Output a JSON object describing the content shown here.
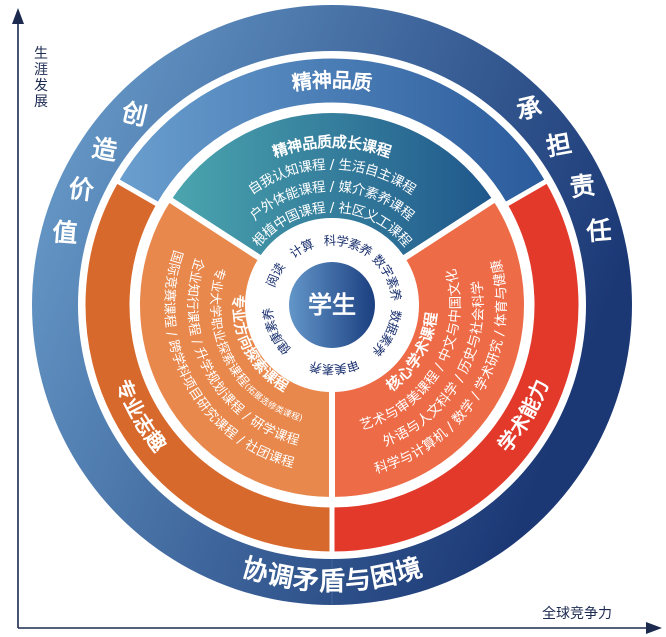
{
  "axes": {
    "y_label": "生涯发展",
    "x_label": "全球竞争力"
  },
  "center": {
    "label": "学生"
  },
  "literacies": [
    "阅读",
    "计算",
    "科学素养",
    "数字素养",
    "数据素养",
    "审美素养",
    "健康素养"
  ],
  "outer_ring": {
    "left": "创造价值",
    "right": "承担责任",
    "bottom": "协调矛盾与困境"
  },
  "middle_ring": {
    "top": "精神品质",
    "left": "专业志趣",
    "right": "学术能力"
  },
  "sectors": {
    "top": {
      "title": "精神品质成长课程",
      "lines": [
        "自我认知课程 / 生活自主课程",
        "户外体能课程 / 媒介素养课程",
        "根植中国课程 / 社区义工课程"
      ]
    },
    "left": {
      "title": "专业方向探索课程",
      "line1": "专业大学职业探索课程",
      "line1_note": "(拓展选修类课程)",
      "lines": [
        "企业知行课程 / 升学规划课程 / 研学课程",
        "国际竞赛课程 / 跨学科项目研究课程 / 社团课程"
      ]
    },
    "right": {
      "title": "核心学术课程",
      "lines": [
        "艺术与审美课程 / 中文与中国文化",
        "外语与人文科学 / 历史与社会科学",
        "科学与计算机 / 数学 / 学术研究 / 体育与健康"
      ]
    }
  },
  "colors": {
    "outer_light": "#6ea3d0",
    "outer_dark": "#1b3875",
    "band_top_light": "#6a9fcf",
    "band_top_dark": "#2a5a9b",
    "band_left": "#d8692c",
    "band_right": "#e2392b",
    "inner_top_light": "#4ba6ae",
    "inner_top_dark": "#1f568b",
    "inner_left": "#e8884c",
    "inner_right": "#ed6b46",
    "center_light": "#6396c9",
    "center_dark": "#1b3f80",
    "literacy_text": "#1c3270",
    "axis": "#1c2a50"
  }
}
